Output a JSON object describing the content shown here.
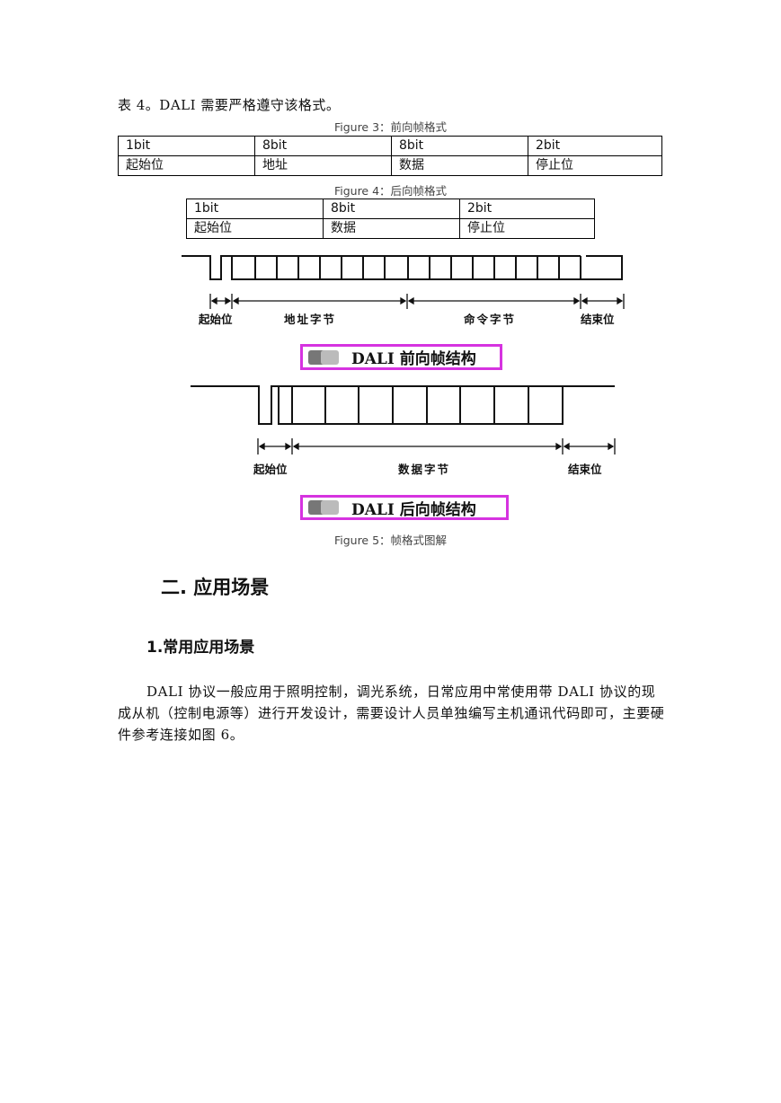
{
  "intro_text": "表 4。DALI 需要严格遵守该格式。",
  "figure3": {
    "caption": "Figure 3：前向帧格式",
    "table": {
      "row1": [
        "1bit",
        "8bit",
        "8bit",
        "2bit"
      ],
      "row2": [
        "起始位",
        "地址",
        "数据",
        "停止位"
      ]
    }
  },
  "figure4": {
    "caption": "Figure 4：后向帧格式",
    "table": {
      "row1": [
        "1bit",
        "8bit",
        "2bit"
      ],
      "row2": [
        "起始位",
        "数据",
        "停止位"
      ]
    }
  },
  "diagram_forward": {
    "labels": {
      "start": "起始位",
      "address": "地址字节",
      "command": "命令字节",
      "end": "结束位"
    },
    "title": "DALI 前向帧结构"
  },
  "diagram_backward": {
    "labels": {
      "start": "起始位",
      "data": "数据字节",
      "end": "结束位"
    },
    "title": "DALI 后向帧结构"
  },
  "figure5_caption": "Figure 5：帧格式图解",
  "section_heading": "二. 应用场景",
  "subsection_heading": "1.常用应用场景",
  "paragraph": "DALI 协议一般应用于照明控制，调光系统，日常应用中常使用带 DALI 协议的现成从机（控制电源等）进行开发设计，需要设计人员单独编写主机通讯代码即可，主要硬件参考连接如图 6。",
  "colors": {
    "title_border": "#d633e0",
    "caption_text": "#444444"
  }
}
